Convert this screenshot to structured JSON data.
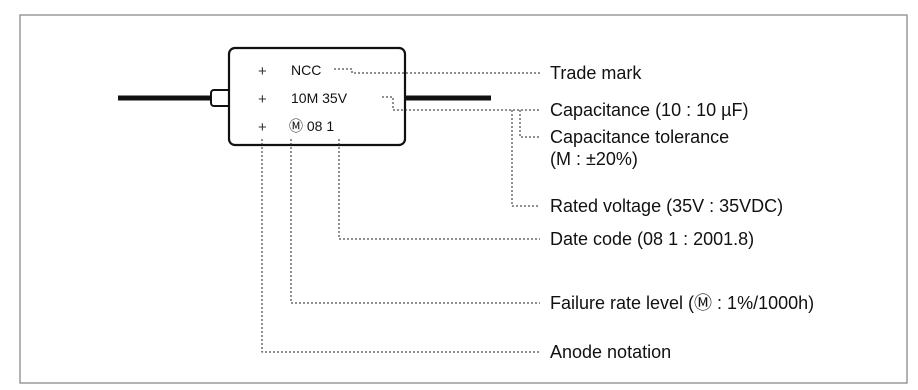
{
  "marking": {
    "plus_sign": "+",
    "line1": "NCC",
    "line2": "10M 35V",
    "line3": "Ⓜ 08 1"
  },
  "labels": {
    "trade_mark": "Trade mark",
    "capacitance": "Capacitance (10 : 10 µF)",
    "tolerance_line1": "Capacitance tolerance",
    "tolerance_line2": "(M : ±20%)",
    "rated_voltage": "Rated voltage (35V : 35VDC)",
    "date_code": "Date code (08  1 : 2001.8)",
    "failure_rate": "Failure rate level (Ⓜ : 1%/1000h)",
    "anode": "Anode notation"
  }
}
